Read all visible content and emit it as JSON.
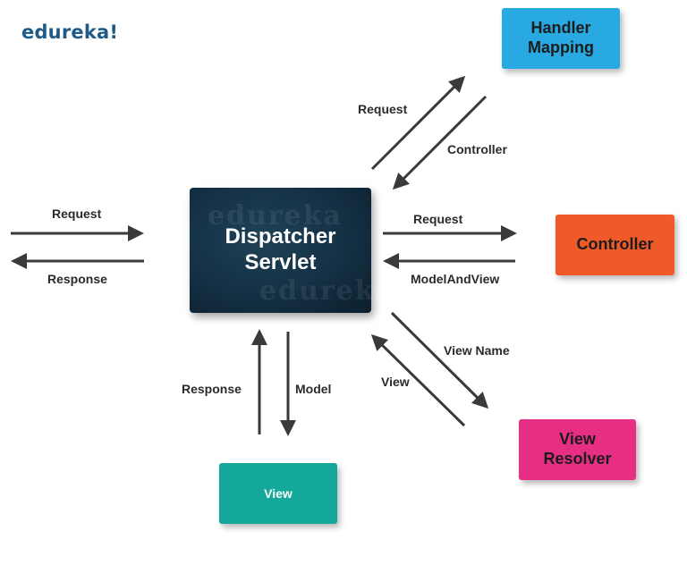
{
  "logo": {
    "text": "edureka!"
  },
  "watermark": {
    "text": "edureka"
  },
  "nodes": {
    "dispatcher": {
      "label": "Dispatcher\nServlet",
      "color": "#143044"
    },
    "handler_mapping": {
      "label": "Handler\nMapping",
      "color": "#29a9e1"
    },
    "controller": {
      "label": "Controller",
      "color": "#ef5a28"
    },
    "view_resolver": {
      "label": "View\nResolver",
      "color": "#e62e84"
    },
    "view": {
      "label": "View",
      "color": "#14a89b"
    }
  },
  "edges": {
    "client_request": "Request",
    "client_response": "Response",
    "handler_request": "Request",
    "handler_controller": "Controller",
    "controller_request": "Request",
    "controller_modelandview": "ModelAndView",
    "resolver_viewname": "View Name",
    "resolver_view": "View",
    "view_model": "Model",
    "view_response": "Response"
  },
  "colors": {
    "arrow": "#3a3a3a",
    "label": "#2b2b2b",
    "logo": "#1f5b86"
  }
}
